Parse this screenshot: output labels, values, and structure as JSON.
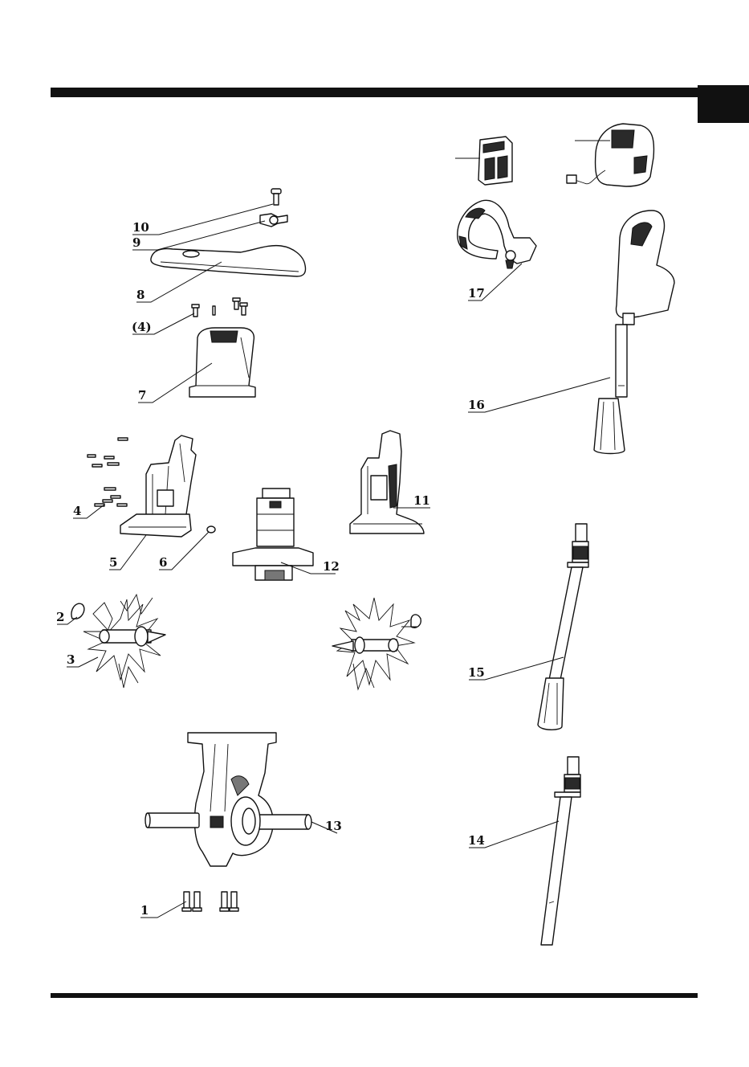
{
  "labels": {
    "p1": "1",
    "p2": "2",
    "p3": "3",
    "p4a": "(4)",
    "p4b": "4",
    "p5": "5",
    "p6": "6",
    "p7": "7",
    "p8": "8",
    "p9": "9",
    "p10": "10",
    "p11": "11",
    "p12": "12",
    "p13": "13",
    "p14": "14",
    "p15": "15",
    "p16": "16",
    "p17": "17"
  }
}
